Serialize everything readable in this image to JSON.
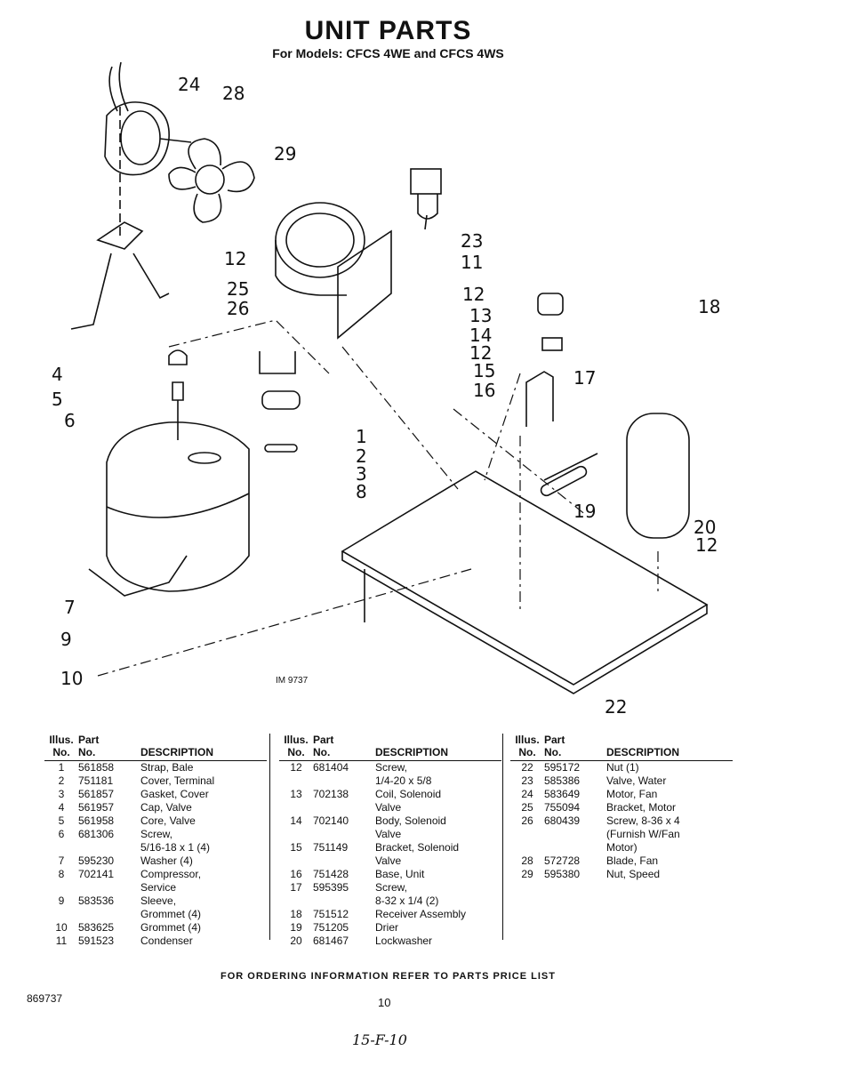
{
  "header": {
    "title": "UNIT PARTS",
    "subtitle": "For Models: CFCS 4WE and CFCS 4WS"
  },
  "diagram": {
    "figure_id": "IM 9737",
    "callouts": [
      "24",
      "28",
      "29",
      "12",
      "23",
      "11",
      "25",
      "26",
      "12",
      "13",
      "14",
      "12",
      "15",
      "16",
      "17",
      "18",
      "4",
      "5",
      "6",
      "1",
      "2",
      "3",
      "8",
      "19",
      "20",
      "12",
      "7",
      "9",
      "10",
      "22"
    ]
  },
  "parts_table": {
    "headers": {
      "illus": "Illus.",
      "no": "No.",
      "part": "Part",
      "part_no": "No.",
      "description": "DESCRIPTION"
    },
    "columns": [
      [
        {
          "illus": "1",
          "part": "561858",
          "desc": "Strap, Bale"
        },
        {
          "illus": "2",
          "part": "751181",
          "desc": "Cover, Terminal"
        },
        {
          "illus": "3",
          "part": "561857",
          "desc": "Gasket, Cover"
        },
        {
          "illus": "4",
          "part": "561957",
          "desc": "Cap, Valve"
        },
        {
          "illus": "5",
          "part": "561958",
          "desc": "Core, Valve"
        },
        {
          "illus": "6",
          "part": "681306",
          "desc": "Screw,"
        },
        {
          "illus": "",
          "part": "",
          "desc": "5/16-18 x 1 (4)"
        },
        {
          "illus": "7",
          "part": "595230",
          "desc": "Washer (4)"
        },
        {
          "illus": "8",
          "part": "702141",
          "desc": "Compressor,"
        },
        {
          "illus": "",
          "part": "",
          "desc": "Service"
        },
        {
          "illus": "9",
          "part": "583536",
          "desc": "Sleeve,"
        },
        {
          "illus": "",
          "part": "",
          "desc": "Grommet (4)"
        },
        {
          "illus": "10",
          "part": "583625",
          "desc": "Grommet (4)"
        },
        {
          "illus": "11",
          "part": "591523",
          "desc": "Condenser"
        }
      ],
      [
        {
          "illus": "12",
          "part": "681404",
          "desc": "Screw,"
        },
        {
          "illus": "",
          "part": "",
          "desc": "1/4-20 x 5/8"
        },
        {
          "illus": "13",
          "part": "702138",
          "desc": "Coil, Solenoid"
        },
        {
          "illus": "",
          "part": "",
          "desc": "Valve"
        },
        {
          "illus": "14",
          "part": "702140",
          "desc": "Body, Solenoid"
        },
        {
          "illus": "",
          "part": "",
          "desc": "Valve"
        },
        {
          "illus": "15",
          "part": "751149",
          "desc": "Bracket, Solenoid"
        },
        {
          "illus": "",
          "part": "",
          "desc": "Valve"
        },
        {
          "illus": "16",
          "part": "751428",
          "desc": "Base, Unit"
        },
        {
          "illus": "17",
          "part": "595395",
          "desc": "Screw,"
        },
        {
          "illus": "",
          "part": "",
          "desc": "8-32 x 1/4 (2)"
        },
        {
          "illus": "18",
          "part": "751512",
          "desc": "Receiver Assembly"
        },
        {
          "illus": "19",
          "part": "751205",
          "desc": "Drier"
        },
        {
          "illus": "20",
          "part": "681467",
          "desc": "Lockwasher"
        }
      ],
      [
        {
          "illus": "22",
          "part": "595172",
          "desc": "Nut (1)"
        },
        {
          "illus": "23",
          "part": "585386",
          "desc": "Valve, Water"
        },
        {
          "illus": "24",
          "part": "583649",
          "desc": "Motor, Fan"
        },
        {
          "illus": "25",
          "part": "755094",
          "desc": "Bracket, Motor"
        },
        {
          "illus": "26",
          "part": "680439",
          "desc": "Screw, 8-36 x 4"
        },
        {
          "illus": "",
          "part": "",
          "desc": "(Furnish W/Fan"
        },
        {
          "illus": "",
          "part": "",
          "desc": "Motor)"
        },
        {
          "illus": "28",
          "part": "572728",
          "desc": "Blade, Fan"
        },
        {
          "illus": "29",
          "part": "595380",
          "desc": "Nut, Speed"
        }
      ]
    ]
  },
  "footer": {
    "order_note": "FOR ORDERING INFORMATION REFER TO PARTS PRICE LIST",
    "doc_number": "869737",
    "page_number": "10",
    "handwritten_note": "15-F-10"
  }
}
